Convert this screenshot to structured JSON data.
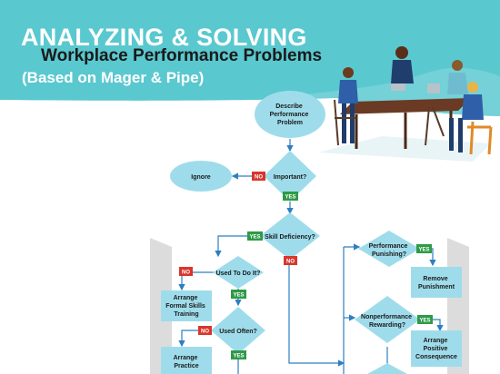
{
  "header": {
    "title": "ANALYZING & SOLVING",
    "subtitle": "Workplace Performance Problems",
    "source": "(Based on Mager & Pipe)"
  },
  "colors": {
    "header_teal": "#5ac8cf",
    "node_fill": "#9fdceb",
    "arrow": "#2d7fc1",
    "yes": "#2e9a47",
    "no": "#d8362c",
    "chevron": "#dcdcdc"
  },
  "tags": {
    "yes": "YES",
    "no": "NO"
  },
  "flow": {
    "start": [
      "Describe",
      "Performance",
      "Problem"
    ],
    "important": [
      "Important?"
    ],
    "ignore": [
      "Ignore"
    ],
    "skill_deficiency": [
      "Skill Deficiency?"
    ],
    "used_to_do_it": [
      "Used To Do It?"
    ],
    "arrange_training": [
      "Arrange",
      "Formal Skills",
      "Training"
    ],
    "used_often": [
      "Used Often?"
    ],
    "arrange_practice": [
      "Arrange",
      "Practice"
    ],
    "performance_punishing": [
      "Performance",
      "Punishing?"
    ],
    "remove_punishment": [
      "Remove",
      "Punishment"
    ],
    "nonperformance_rewarding": [
      "Nonperformance",
      "Rewarding?"
    ],
    "arrange_consequence": [
      "Arrange",
      "Positive",
      "Consequence"
    ]
  },
  "illustration": {
    "name": "team-meeting-illustration"
  }
}
